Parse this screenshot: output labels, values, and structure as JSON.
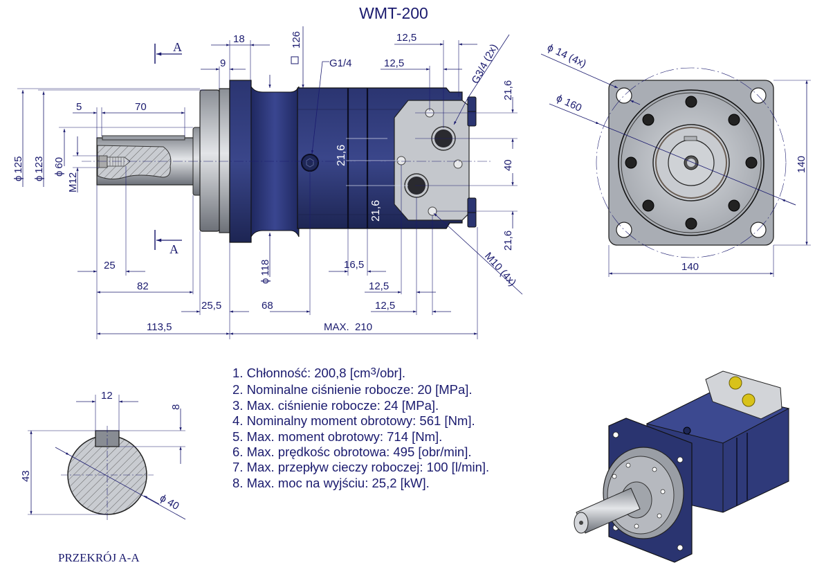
{
  "title": "WMT-200",
  "colors": {
    "annotation": "#1a1a6e",
    "body_blue": "#2f3a7a",
    "body_blue_dark": "#1e2757",
    "steel_gray": "#b8bcc4",
    "port_plate": "#c4c7cc",
    "brass": "#d8c21a"
  },
  "side_view": {
    "section_marker": "A",
    "dims": {
      "d125": "125",
      "d123": "123",
      "d60": "60",
      "m12": "M12",
      "key_offset": "5",
      "key_length": "70",
      "pilot_width": "18",
      "flange_offset": "9",
      "square": "126",
      "drain_port": "G1/4",
      "port_spacing_top_1": "12,5",
      "port_spacing_top_2": "12,5",
      "main_ports": "G3/4 (2x)",
      "right_216_top": "21,6",
      "right_40": "40",
      "right_216_bottom": "21,6",
      "inner_216_top": "21,6",
      "inner_216_bottom": "21,6",
      "d118": "118",
      "dim_25": "25",
      "dim_82": "82",
      "dim_255": "25,5",
      "dim_68": "68",
      "dim_165": "16,5",
      "dim_125_bottom_1": "12,5",
      "dim_125_bottom_2": "12,5",
      "dim_1135": "113,5",
      "dim_max210": "MAX.  210",
      "threads": "M10 (4x)"
    }
  },
  "front_view": {
    "hole_dia": "14 (4x)",
    "pcd": "160",
    "width": "140",
    "height": "140"
  },
  "section": {
    "key_width": "12",
    "key_height": "8",
    "height_43": "43",
    "shaft_dia": "40",
    "caption": "PRZEKRÓJ A-A"
  },
  "diameter_symbol": "ϕ",
  "specs": [
    {
      "prefix": "1. Chłonność: 200,8 [cm",
      "sup": "3",
      "suffix": "/obr]."
    },
    {
      "text": "2. Nominalne ciśnienie robocze: 20 [MPa]."
    },
    {
      "text": "3. Max. ciśnienie robocze: 24 [MPa]."
    },
    {
      "text": "4. Nominalny moment obrotowy: 561 [Nm]."
    },
    {
      "text": "5. Max. moment obrotowy: 714 [Nm]."
    },
    {
      "text": "6. Max. prędkośc obrotowa: 495 [obr/min]."
    },
    {
      "text": "7. Max. przepływ cieczy roboczej: 100 [l/min]."
    },
    {
      "text": "8. Max. moc na wyjściu: 25,2 [kW]."
    }
  ]
}
